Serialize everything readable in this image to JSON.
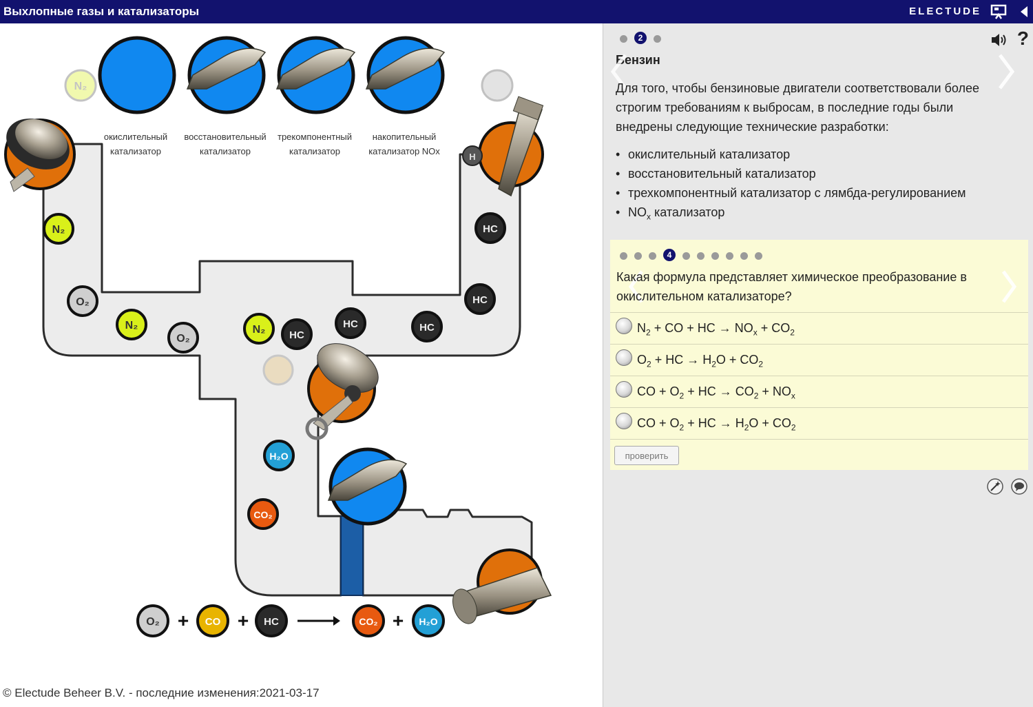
{
  "window": {
    "title": "Выхлопные газы и катализаторы",
    "brand": "ELECTUDE"
  },
  "stage": {
    "catalysts": [
      {
        "line1": "окислительный",
        "line2": "катализатор"
      },
      {
        "line1": "восстановительный",
        "line2": "катализатор"
      },
      {
        "line1": "трекомпонентный",
        "line2": "катализатор"
      },
      {
        "line1": "накопительный",
        "line2": "катализатор NOx"
      }
    ],
    "molecules": {
      "n2": "N2",
      "o2": "O2",
      "hc": "HC",
      "co": "CO",
      "co2": "CO2",
      "h2o": "H2O"
    },
    "equation": {
      "plus": "+",
      "inputs": [
        "O2",
        "CO",
        "HC"
      ],
      "outputs": [
        "CO2",
        "H2O"
      ]
    },
    "colors": {
      "n2": "#d9f01a",
      "o2": "#cfcfcf",
      "hc": "#2a2a2a",
      "co": "#e8b400",
      "co2": "#e85a10",
      "h2o": "#23a0d6",
      "catalyst_blue": "#1088f0",
      "pipe": "#ececec"
    },
    "footer": "© Electude Beheer B.V. - последние изменения:2021-03-17"
  },
  "panel": {
    "page_dots": {
      "count": 3,
      "active": 2
    },
    "section_title": "Бензин",
    "intro": "Для того, чтобы бензиновые двигатели соответствовали более строгим требованиям к выбросам, в последние годы были внедрены следующие технические разработки:",
    "bullets": [
      "окислительный катализатор",
      "восстановительный катализатор",
      "трехкомпонентный катализатор с лямбда-регулированием"
    ],
    "bullet_nox": {
      "pre": "NO",
      "sub": "x",
      "post": " катализатор"
    },
    "quiz": {
      "dots": {
        "count": 10,
        "active": 4
      },
      "question": "Какая формула представляет химическое преобразование в окислительном катализаторе?",
      "options": [
        {
          "parts": [
            "N",
            "2",
            " + CO + HC → NO",
            "x",
            " + CO",
            "2",
            ""
          ]
        },
        {
          "parts": [
            "O",
            "2",
            " + HC → H",
            "2",
            "O + CO",
            "2",
            ""
          ]
        },
        {
          "parts": [
            "CO + O",
            "2",
            " + HC → CO",
            "2",
            " + NO",
            "x",
            ""
          ]
        },
        {
          "parts": [
            "CO + O",
            "2",
            " + HC → H",
            "2",
            "O + CO",
            "2",
            ""
          ]
        }
      ],
      "check_label": "проверить"
    }
  }
}
